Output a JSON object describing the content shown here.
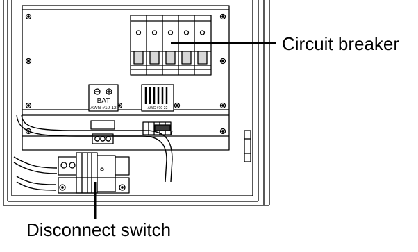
{
  "callouts": {
    "circuit_breaker": "Circuit breaker",
    "disconnect_switch": "Disconnect switch"
  },
  "panel_markings": {
    "bat_label": "BAT",
    "bat_wire_spec": "AWG #10-12",
    "right_block_spec": "AWG #10-22"
  },
  "colors": {
    "line": "#000000",
    "fill": "#ffffff",
    "shade": "#d8d8d8",
    "dark": "#3a3a3a"
  }
}
